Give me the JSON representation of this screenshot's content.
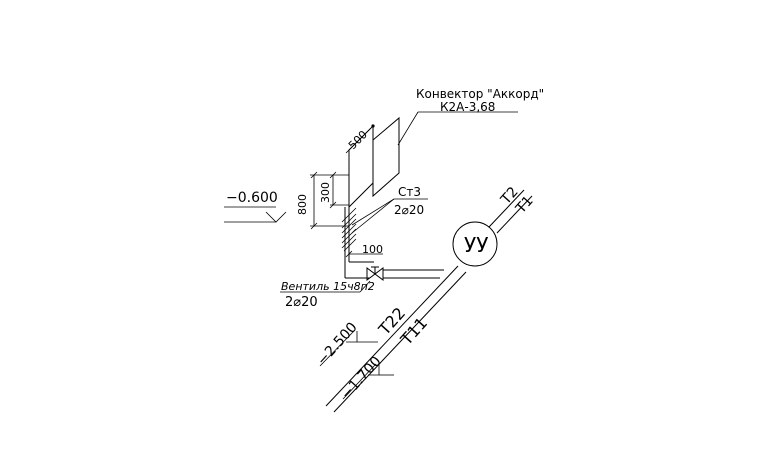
{
  "convector": {
    "name": "Конвектор \"Аккорд\"",
    "model": "К2А-3,68"
  },
  "riser_label": {
    "material": "Ст3",
    "diameter": "2⌀20"
  },
  "valve_label": {
    "name": "Вентиль 15ч8п2",
    "diameter": "2⌀20"
  },
  "node": {
    "label": "УУ"
  },
  "mains": {
    "supply": "Т2",
    "return": "Т1",
    "supply_lower": "Т22",
    "return_lower": "Т11"
  },
  "dimensions": {
    "d500": "500",
    "d300": "300",
    "d800": "800",
    "d100": "100"
  },
  "levels": {
    "level_top": "−0.600",
    "level_mid": "−2.500",
    "level_low": "−1.700"
  }
}
